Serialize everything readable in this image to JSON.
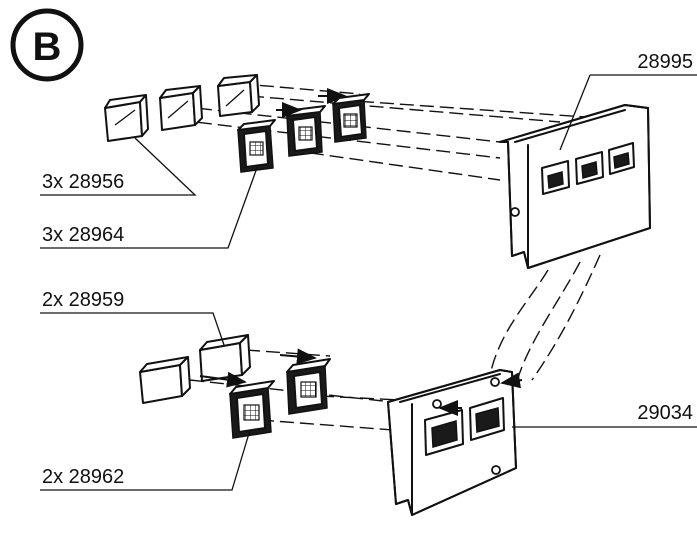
{
  "badge": {
    "letter": "B"
  },
  "labels": {
    "panel_top": "28995",
    "cover_top": "3x 28956",
    "insert_top": "3x 28964",
    "cover_bottom": "2x 28959",
    "insert_bottom": "2x 28962",
    "panel_bottom": "29034"
  },
  "colors": {
    "ink": "#111111",
    "paper": "#ffffff"
  }
}
